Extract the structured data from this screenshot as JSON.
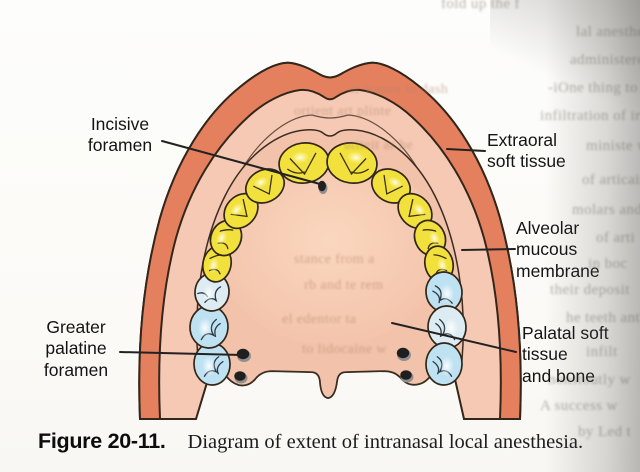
{
  "figure": {
    "caption_label": "Figure 20-11.",
    "caption_text": "Diagram of extent of intranasal local anesthesia."
  },
  "labels": {
    "incisive_foramen": "Incisive\nforamen",
    "extraoral_soft_tissue": "Extraoral\nsoft tissue",
    "alveolar_mucous_membrane": "Alveolar\nmucous\nmembrane",
    "palatal_soft_tissue_and_bone": "Palatal soft\ntissue\nand bone",
    "greater_palatine_foramen": "Greater\npalatine\nforamen"
  },
  "colors": {
    "anterior_teeth": "#f2e13c",
    "posterior_teeth": "#bfe2f2",
    "posterior_teeth_pale": "#ddecf3",
    "lip_extraoral": "#e5805f",
    "mucosa_band": "#f5c9b4",
    "palate": "#f3c2aa",
    "outline": "#33261a"
  },
  "bleedthrough": {
    "right_column": [
      "fold up the f",
      "lal anesthesia o",
      "administered ta",
      "-iOne thing to s",
      "infiltration of irt",
      "ministe w",
      "of articaine m",
      "molars and p",
      "of arti",
      "in boc",
      "their deposit",
      "he teeth antl ed",
      "infilt",
      "nonstoutly w",
      "A success w",
      "by Led t"
    ],
    "palate": [
      "or wanes to dash",
      "ortient art plinte",
      "utiteit ar he",
      "stance from a",
      "rb and te rem",
      "el edentor ta",
      "to lidocaine w"
    ]
  }
}
